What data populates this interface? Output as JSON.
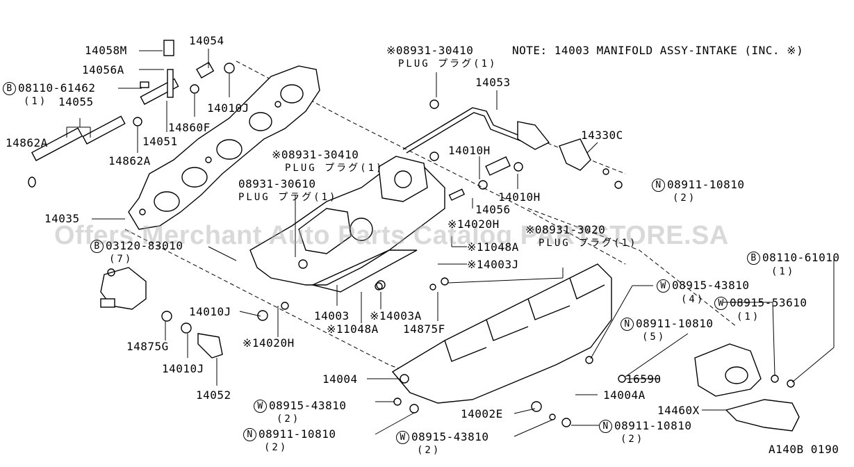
{
  "note": "NOTE: 14003 MANIFOLD ASSY-INTAKE (INC. ※)",
  "drawing_code": "A140B 0190",
  "watermark": "Offers Merchant Auto Parts Catalog PARTSTORE.SA",
  "labels": {
    "p14058M": "14058M",
    "p14054": "14054",
    "p14056A": "14056A",
    "p08110_61462": "08110-61462",
    "p08110_61462_q": "(1)",
    "p14055": "14055",
    "p14010J_top": "14010J",
    "p14860F": "14860F",
    "p14862A_left": "14862A",
    "p14051": "14051",
    "p14862A_mid": "14862A",
    "p14035": "14035",
    "p08931_30410_top": "※08931-30410",
    "plug_top": "PLUG プラグ(1)",
    "p14053": "14053",
    "p14330C": "14330C",
    "p14010H_a": "14010H",
    "p08931_30410_mid": "※08931-30410",
    "plug_mid": "PLUG プラグ(1)",
    "p08911_10810_right": "08911-10810",
    "p08911_10810_right_q": "(2)",
    "p14010H_b": "14010H",
    "p08931_30610": "08931-30610",
    "plug_lower": "PLUG プラグ(1)",
    "p14056": "14056",
    "p14020H_mid": "※14020H",
    "p08931_3020": "※08931-3020",
    "plug_right": "PLUG プラグ(1)",
    "p03120_83010": "03120-83010",
    "p03120_q": "(7)",
    "p11048A_mid": "※11048A",
    "p14003J": "※14003J",
    "p08110_61010": "08110-61010",
    "p08110_61010_q": "(1)",
    "p08915_43810_a": "08915-43810",
    "p08915_43810_a_q": "(4)",
    "p08915_53610": "08915-53610",
    "p08915_53610_q": "(1)",
    "p14010J_mid": "14010J",
    "p14003": "14003",
    "p14003A": "※14003A",
    "p11048A_low": "※11048A",
    "p14875F": "14875F",
    "p08911_10810_mid": "08911-10810",
    "p08911_10810_mid_q": "(5)",
    "p14875G": "14875G",
    "p14020H_low": "※14020H",
    "p14010J_low": "14010J",
    "p14052": "14052",
    "p14004": "14004",
    "p16590": "16590",
    "p14004A": "14004A",
    "p08915_43810_b": "08915-43810",
    "p08915_43810_b_q": "(2)",
    "p14460X": "14460X",
    "p14002E": "14002E",
    "p08911_10810_low": "08911-10810",
    "p08911_10810_low_q": "(2)",
    "p08911_10810_bot": "08911-10810",
    "p08911_10810_bot_q": "(2)",
    "p08915_43810_c": "08915-43810",
    "p08915_43810_c_q": "(2)"
  },
  "symbols": {
    "B": "B",
    "N": "N",
    "W": "W"
  }
}
